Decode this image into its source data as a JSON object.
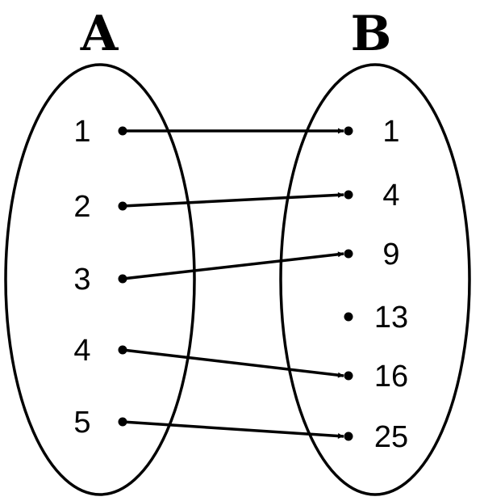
{
  "sets": {
    "domain": {
      "title": "A",
      "elements": [
        "1",
        "2",
        "3",
        "4",
        "5"
      ]
    },
    "codomain": {
      "title": "B",
      "elements": [
        "1",
        "4",
        "9",
        "13",
        "16",
        "25"
      ]
    }
  },
  "mapping": [
    {
      "from": "1",
      "to": "1"
    },
    {
      "from": "2",
      "to": "4"
    },
    {
      "from": "3",
      "to": "9"
    },
    {
      "from": "4",
      "to": "16"
    },
    {
      "from": "5",
      "to": "25"
    }
  ],
  "colors": {
    "stroke": "#000000",
    "background": "#ffffff"
  }
}
